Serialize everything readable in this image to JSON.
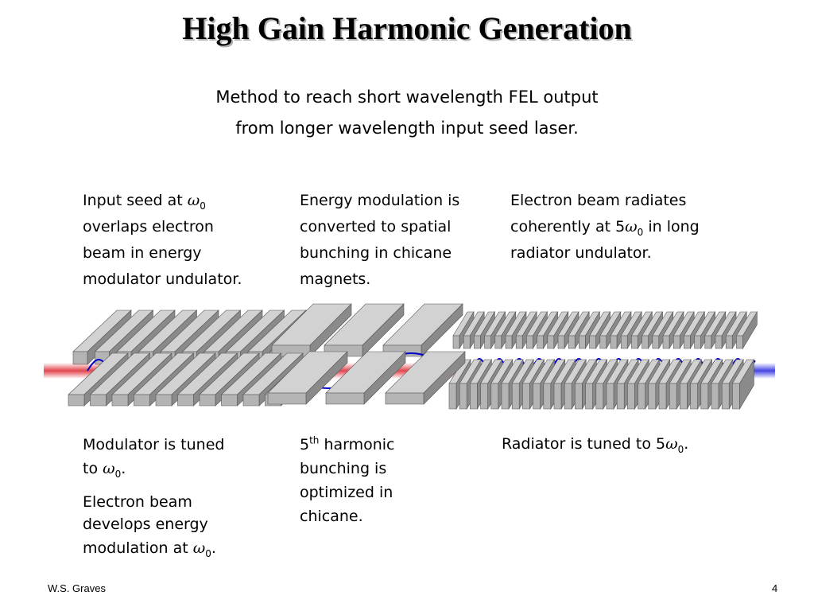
{
  "slide": {
    "title": "High Gain Harmonic Generation",
    "subtitle_line1": "Method to reach short wavelength FEL output",
    "subtitle_line2": "from longer wavelength input seed laser.",
    "omega_symbol": "ω",
    "top_left": {
      "line1_a": "Input seed at ",
      "line1_sub": "0",
      "line2": "overlaps electron",
      "line3": "beam in energy",
      "line4": "modulator undulator."
    },
    "top_middle": {
      "line1": "Energy modulation is",
      "line2": "converted to spatial",
      "line3": "bunching in chicane",
      "line4": "magnets."
    },
    "top_right": {
      "line1": "Electron beam radiates",
      "line2_a": "coherently at 5",
      "line2_sub": "0",
      "line2_b": " in long",
      "line3": "radiator undulator."
    },
    "bottom_left": {
      "line1": "Modulator is tuned",
      "line2_a": "to ",
      "line2_sub": "0",
      "line2_b": ".",
      "para2_line1": "Electron beam",
      "para2_line2": "develops energy",
      "para2_line3_a": "modulation at ",
      "para2_line3_sub": "0",
      "para2_line3_b": "."
    },
    "bottom_middle": {
      "line1_a": "5",
      "line1_sup": "th",
      "line1_b": " harmonic",
      "line2": "bunching is",
      "line3": "optimized in",
      "line4": "chicane."
    },
    "bottom_right": {
      "line1_a": "Radiator is tuned to 5",
      "line1_sub": "0",
      "line1_b": "."
    },
    "footer": {
      "author": "W.S. Graves",
      "page_number": "4"
    }
  },
  "colors": {
    "seed_laser": "#e0303a",
    "output_beam": "#3030e0",
    "wave": "#0000cc",
    "magnet_face": "#b4b4b4",
    "magnet_top": "#d2d2d2",
    "magnet_side": "#8a8a8a"
  }
}
